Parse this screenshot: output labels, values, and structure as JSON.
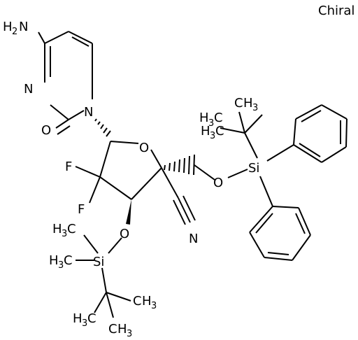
{
  "chiral_flag": "Chiral",
  "colors": {
    "carbon": "#000000",
    "nitrogen": "#1f3fb5",
    "oxygen": "#c41e1e",
    "fluorine": "#2e8b2e",
    "silicon": "#000000"
  },
  "atoms": {
    "nh2_h": "H",
    "nh2_sub": "2",
    "nh2_n": "N",
    "n3": "N",
    "n1": "N",
    "carbonyl_o": "O",
    "ring_o": "O",
    "f1": "F",
    "f2": "F",
    "o3": "O",
    "si_bottom": "Si",
    "o5": "O",
    "si_right": "Si",
    "nitrile_n": "N"
  },
  "methyls": {
    "tbdps_top_h": "H",
    "tbdps_top_3": "3",
    "tbdps_top_c": "C",
    "tbdps_left_h": "H",
    "tbdps_left_3": "3",
    "tbdps_left_c": "C",
    "tbdps_right_c": "C",
    "tbdps_right_h": "H",
    "tbdps_right_3": "3",
    "tbs_me1_h": "H",
    "tbs_me1_3": "3",
    "tbs_me1_c": "C",
    "tbs_me2_h": "H",
    "tbs_me2_3": "3",
    "tbs_me2_c": "C",
    "tbu_right_c": "C",
    "tbu_right_h": "H",
    "tbu_right_3": "3",
    "tbu_bl_h": "H",
    "tbu_bl_3": "3",
    "tbu_bl_c": "C",
    "tbu_br_c": "C",
    "tbu_br_h": "H",
    "tbu_br_3": "3"
  }
}
